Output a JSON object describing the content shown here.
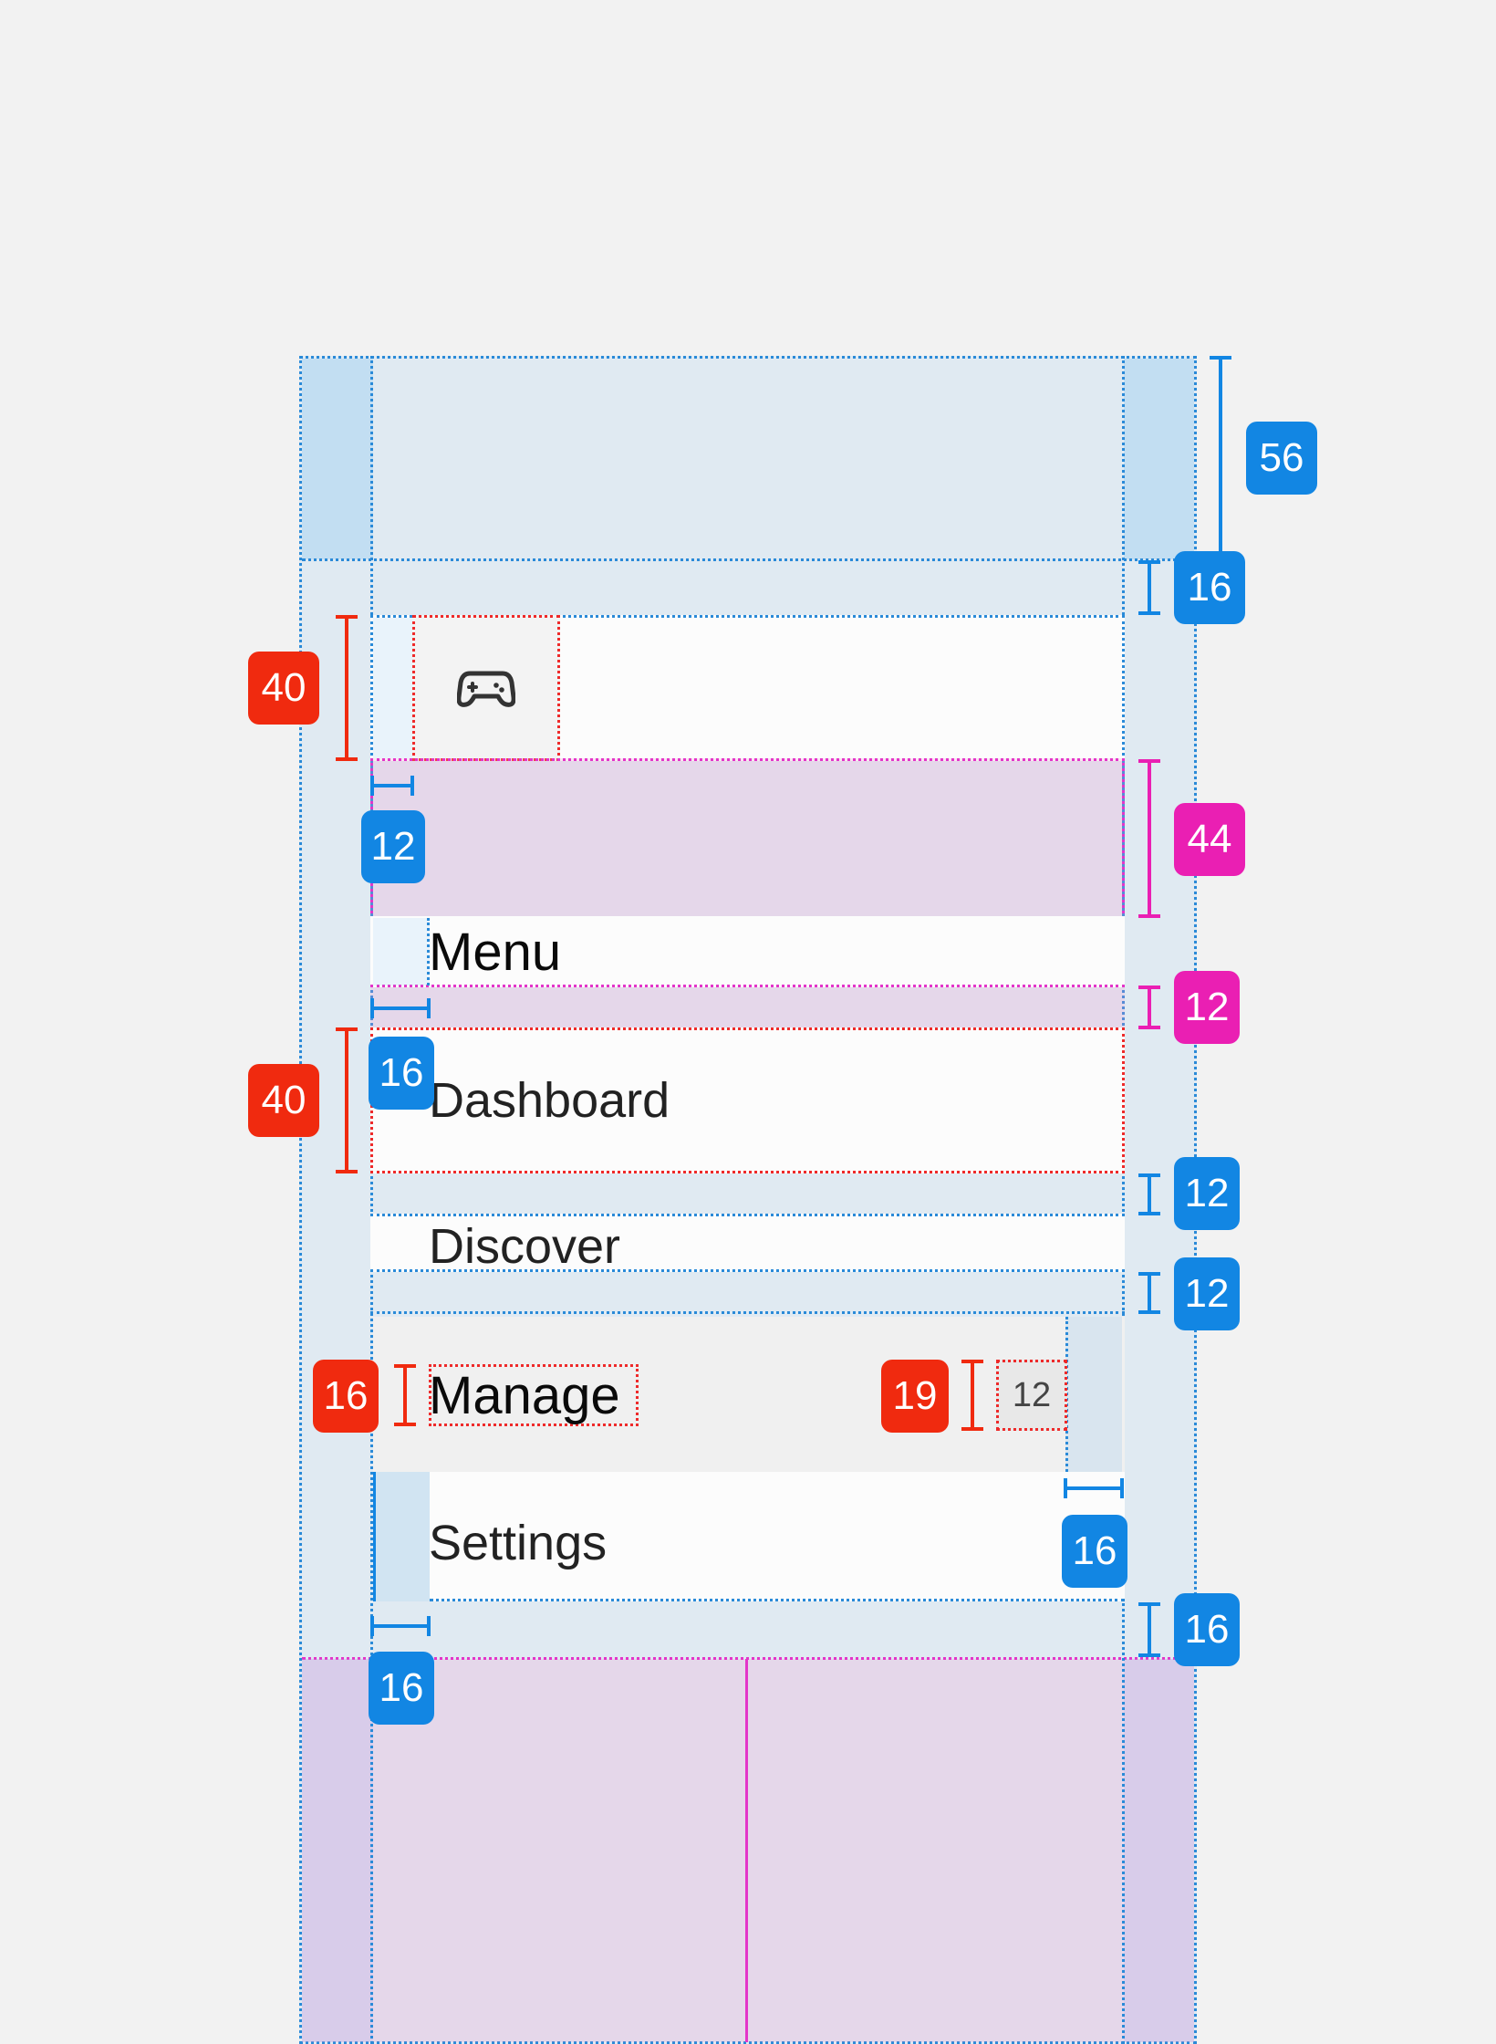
{
  "colors": {
    "background": "#f2f2f2",
    "spacing_blue": "#1286e3",
    "size_red": "#f02a0f",
    "gap_pink": "#ea1fb3"
  },
  "sidebar": {
    "logo_icon": "gamepad-icon",
    "section_title": "Menu",
    "items": [
      {
        "label": "Dashboard"
      },
      {
        "label": "Discover"
      },
      {
        "label": "Manage",
        "badge": "12"
      },
      {
        "label": "Settings"
      }
    ]
  },
  "measurements": {
    "header_height": "56",
    "header_gap": "16",
    "logo_size": "40",
    "logo_inset": "12",
    "logo_gap": "44",
    "title_gap": "12",
    "item_height": "40",
    "item_inset": "16",
    "item_gap_1": "12",
    "item_gap_2": "12",
    "text_height": "16",
    "badge_height": "19",
    "badge_inset": "16",
    "bottom_gap": "16",
    "bottom_inset": "16"
  }
}
